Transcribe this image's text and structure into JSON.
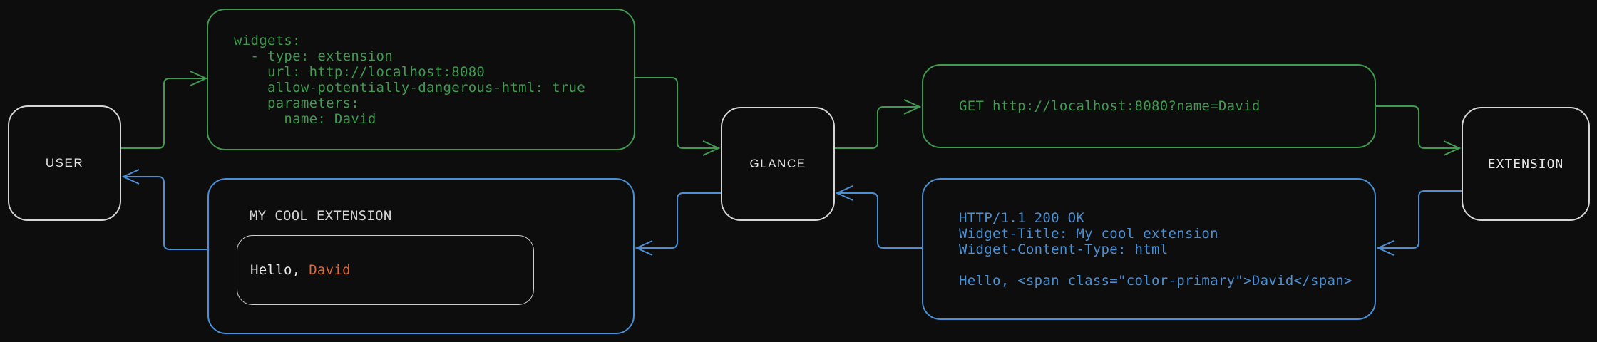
{
  "nodes": {
    "user": {
      "label": "USER"
    },
    "glance": {
      "label": "GLANCE"
    },
    "extension": {
      "label": "EXTENSION"
    }
  },
  "boxes": {
    "config": {
      "lines": [
        "widgets:",
        "  - type: extension",
        "    url: http://localhost:8080",
        "    allow-potentially-dangerous-html: true",
        "    parameters:",
        "      name: David"
      ]
    },
    "request": {
      "line": "GET http://localhost:8080?name=David"
    },
    "response": {
      "lines": [
        "HTTP/1.1 200 OK",
        "Widget-Title: My cool extension",
        "Widget-Content-Type: html",
        "",
        "Hello, <span class=\"color-primary\">David</span>"
      ]
    },
    "widget": {
      "title": "MY COOL EXTENSION",
      "greeting_prefix": "Hello, ",
      "greeting_name": "David"
    }
  },
  "colors": {
    "bg": "#0d0d0d",
    "green": "#3e9b4f",
    "blue": "#4a90d5",
    "orange": "#de682f",
    "border": "#d6d6d6",
    "text": "#e6e6e6"
  }
}
